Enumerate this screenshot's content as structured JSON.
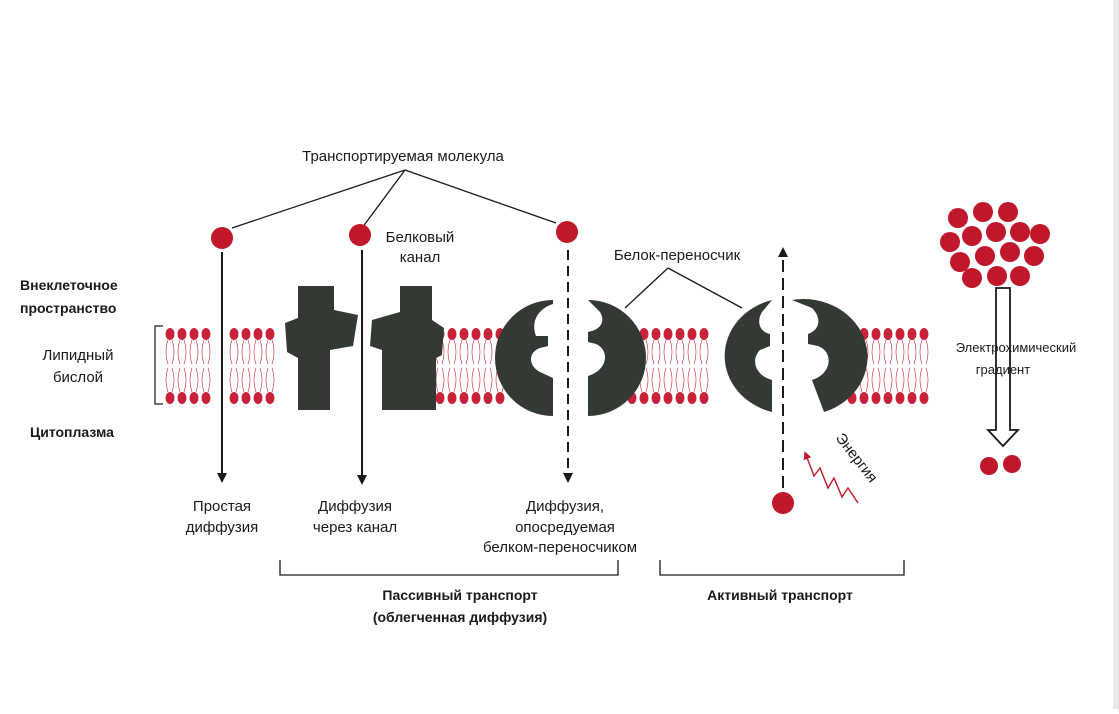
{
  "labels": {
    "transported_molecule": "Транспортируемая молекула",
    "protein_channel_1": "Белковый",
    "protein_channel_2": "канал",
    "carrier_protein": "Белок-переносчик",
    "extracellular_1": "Внеклеточное",
    "extracellular_2": "пространство",
    "bilayer_1": "Липидный",
    "bilayer_2": "бислой",
    "cytoplasm": "Цитоплазма",
    "simple_diffusion_1": "Простая",
    "simple_diffusion_2": "диффузия",
    "channel_diffusion_1": "Диффузия",
    "channel_diffusion_2": "через канал",
    "carrier_diffusion_1": "Диффузия,",
    "carrier_diffusion_2": "опосредуемая",
    "carrier_diffusion_3": "белком-переносчиком",
    "passive_1": "Пассивный транспорт",
    "passive_2": "(облегченная диффузия)",
    "active": "Активный транспорт",
    "energy": "Энергия",
    "gradient_1": "Электрохимический",
    "gradient_2": "градиент"
  },
  "colors": {
    "molecule": "#c0172a",
    "lipid_head": "#c8213a",
    "protein": "#333a33",
    "line": "#1a1a1a"
  }
}
